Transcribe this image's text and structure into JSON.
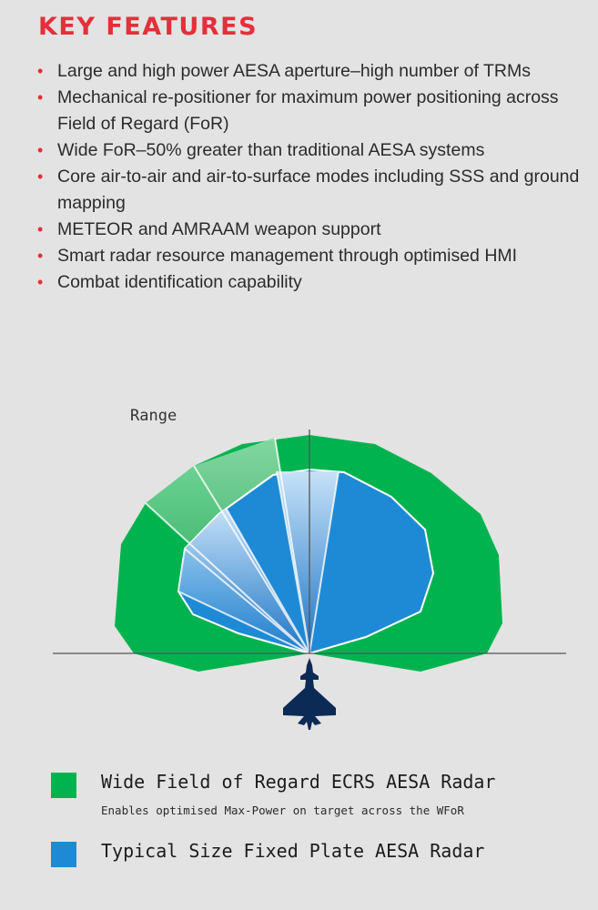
{
  "heading": "KEY FEATURES",
  "features": [
    "Large and high power AESA aperture–high number of TRMs",
    "Mechanical re-positioner for maximum power positioning across Field of Regard (FoR)",
    "Wide FoR–50% greater than traditional AESA systems",
    "Core air-to-air and air-to-surface modes including SSS and ground mapping",
    "METEOR and AMRAAM weapon support",
    "Smart radar resource management through optimised HMI",
    "Combat identification capability"
  ],
  "diagram": {
    "range_label": "Range",
    "aircraft_icon": "fighter-jet-icon"
  },
  "legend": {
    "wide": {
      "label": "Wide Field of Regard ECRS AESA Radar",
      "sublabel": "Enables optimised Max-Power on target across the WFoR",
      "color": "#00b34f"
    },
    "typical": {
      "label": "Typical Size Fixed Plate AESA Radar",
      "color": "#1e8ad6"
    }
  },
  "colors": {
    "accent": "#e52f3b",
    "background": "#e3e3e3",
    "aircraft": "#0b2a55"
  }
}
